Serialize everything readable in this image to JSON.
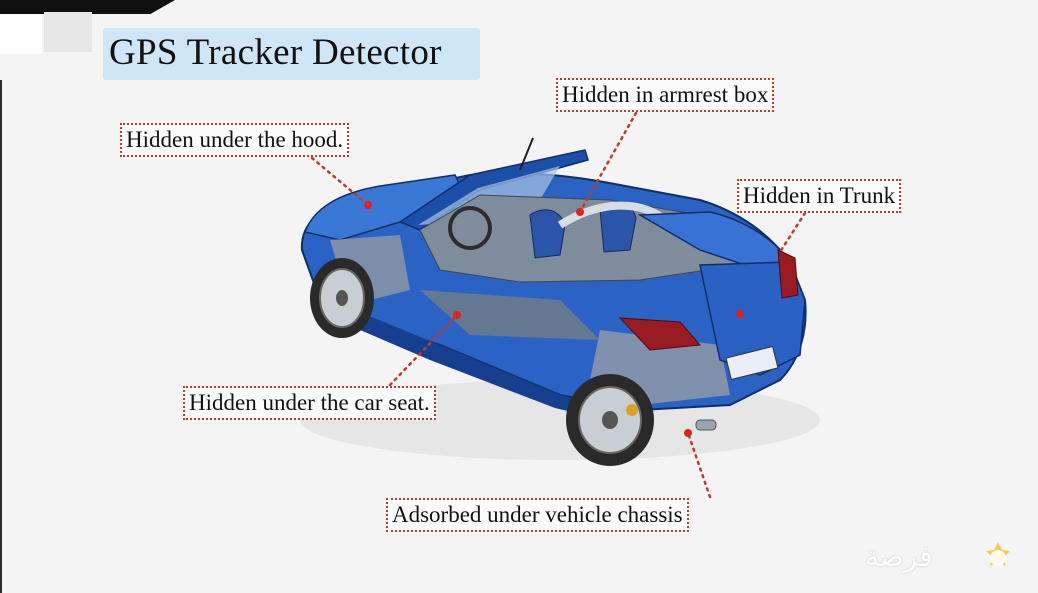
{
  "title": "GPS Tracker Detector",
  "callouts": {
    "hood": "Hidden under the hood.",
    "armrest": "Hidden in armrest box",
    "trunk": "Hidden in Trunk",
    "seat": "Hidden under the car seat.",
    "chassis": "Adsorbed under vehicle chassis"
  },
  "watermark": "فرصة",
  "colors": {
    "callout_border": "#c0392b",
    "title_background": "#cfe6f7",
    "car_body": "#1f57b5",
    "marker": "#e0201b"
  }
}
